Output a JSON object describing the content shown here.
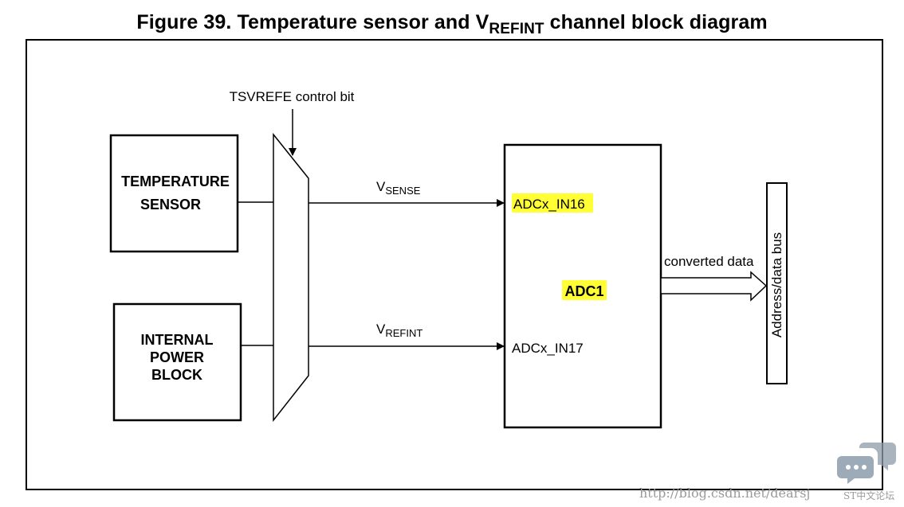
{
  "figure": {
    "title_prefix": "Figure 39. Temperature sensor and V",
    "title_sub": "REFINT",
    "title_suffix": " channel block diagram"
  },
  "control": {
    "label": "TSVREFE control bit"
  },
  "blocks": {
    "temp_line1": "TEMPERATURE",
    "temp_line2": "SENSOR",
    "power_line1": "INTERNAL",
    "power_line2": "POWER",
    "power_line3": "BLOCK",
    "adc_label": "ADC1"
  },
  "signals": {
    "vsense_v": "V",
    "vsense_sub": "SENSE",
    "vrefint_v": "V",
    "vrefint_sub": "REFINT",
    "in16": "ADCx_IN16",
    "in17": "ADCx_IN17",
    "converted": "converted data",
    "bus": "Address/data bus"
  },
  "highlight_color": "#ffff33",
  "watermark": {
    "url": "http://blog.csdn.net/dearsj",
    "forum": "ST中文论坛"
  }
}
